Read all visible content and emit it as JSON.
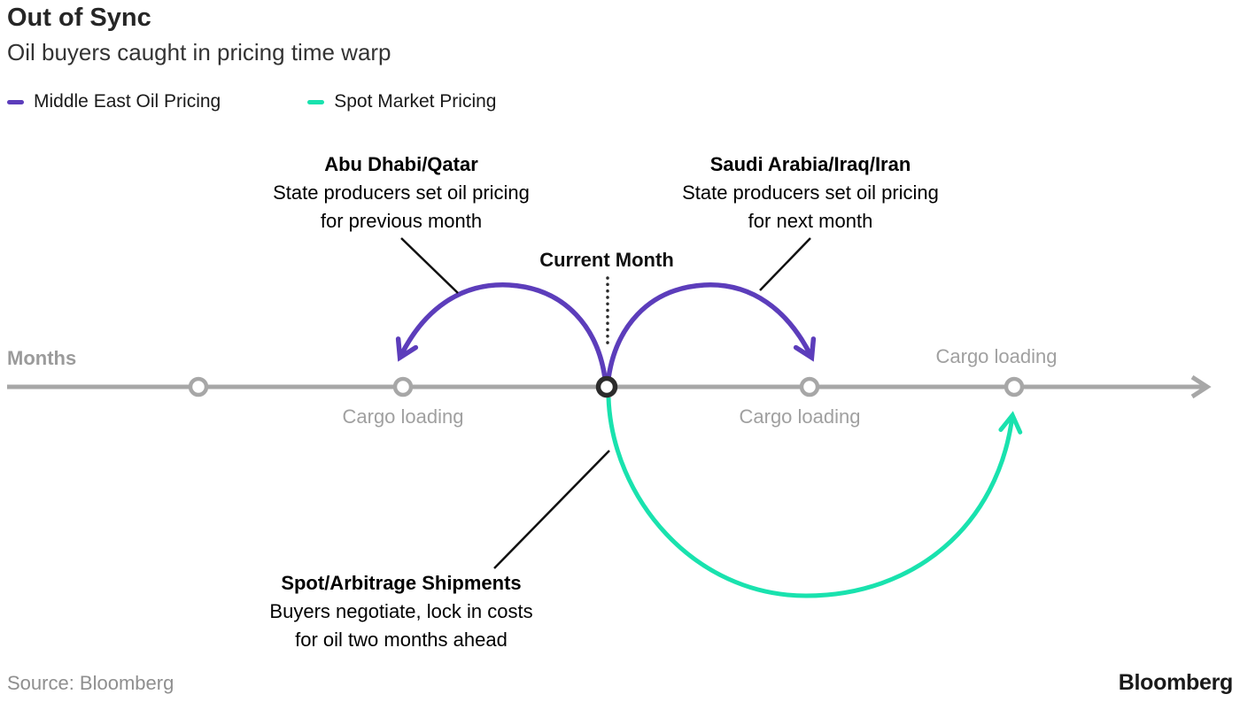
{
  "header": {
    "title": "Out of Sync",
    "subtitle": "Oil buyers caught in pricing time warp"
  },
  "legend": {
    "items": [
      {
        "label": "Middle East Oil Pricing",
        "color": "#5c3dbb"
      },
      {
        "label": "Spot Market Pricing",
        "color": "#19e2ae"
      }
    ]
  },
  "diagram": {
    "months_label": "Months",
    "annotations": {
      "abu_dhabi": {
        "title": "Abu Dhabi/Qatar",
        "line1": "State producers set oil pricing",
        "line2": "for previous month"
      },
      "saudi": {
        "title": "Saudi Arabia/Iraq/Iran",
        "line1": "State producers set oil pricing",
        "line2": "for next month"
      },
      "current_month": "Current Month",
      "spot": {
        "title": "Spot/Arbitrage Shipments",
        "line1": "Buyers negotiate, lock in costs",
        "line2": "for oil two months ahead"
      }
    },
    "cargo_labels": [
      "Cargo loading",
      "Cargo loading",
      "Cargo loading"
    ],
    "timeline": {
      "node_count": 5,
      "current_node_index": 2,
      "arcs": [
        {
          "name": "previous-month-pricing",
          "from_node": 2,
          "to_node": 1,
          "series": "Middle East Oil Pricing"
        },
        {
          "name": "next-month-pricing",
          "from_node": 2,
          "to_node": 3,
          "series": "Middle East Oil Pricing"
        },
        {
          "name": "spot-shipment",
          "from_node": 2,
          "to_node": 4,
          "series": "Spot Market Pricing"
        }
      ]
    }
  },
  "footer": {
    "source": "Source: Bloomberg",
    "logo": "Bloomberg"
  },
  "colors": {
    "middle_east_purple": "#5c3dbb",
    "spot_teal": "#19e2ae",
    "axis_gray": "#a7a7a7",
    "label_gray": "#a0a0a0",
    "text_black": "#111111"
  }
}
